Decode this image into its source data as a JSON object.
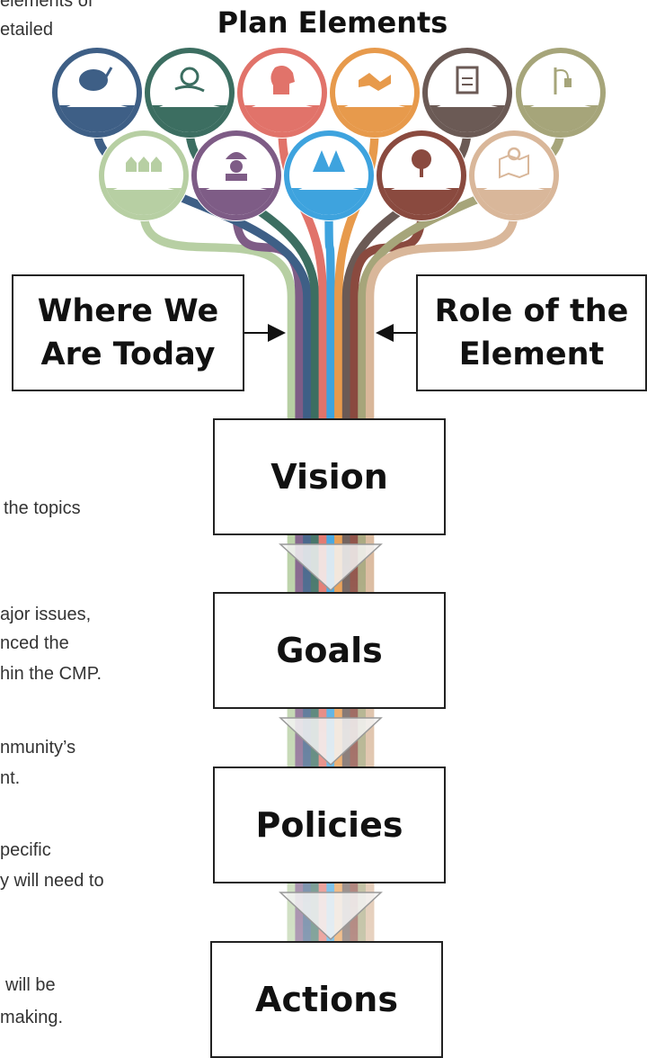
{
  "title": "Plan Elements",
  "left_text": [
    "elements of",
    "etailed",
    "the topics",
    "ajor issues,",
    "nced the",
    "hin the CMP.",
    "nmunity’s",
    "nt.",
    "pecific",
    "y will need to",
    "will be",
    "making."
  ],
  "boxes": {
    "where": "Where We Are Today",
    "role": "Role of the Element",
    "vision": "Vision",
    "goals": "Goals",
    "policies": "Policies",
    "actions": "Actions"
  },
  "elements": [
    {
      "icon": "paint-palette-icon",
      "color": "#3e5f86"
    },
    {
      "icon": "money-hand-icon",
      "color": "#3c6e61"
    },
    {
      "icon": "brain-head-icon",
      "color": "#e1736a"
    },
    {
      "icon": "handshake-icon",
      "color": "#e79a4c"
    },
    {
      "icon": "clipboard-icon",
      "color": "#6b5a55"
    },
    {
      "icon": "street-lamp-icon",
      "color": "#a6a57a"
    },
    {
      "icon": "houses-icon",
      "color": "#b7cfa3"
    },
    {
      "icon": "worker-icon",
      "color": "#7e5c86"
    },
    {
      "icon": "trees-icon",
      "color": "#3ea3de"
    },
    {
      "icon": "tree-icon",
      "color": "#8a4a3f"
    },
    {
      "icon": "map-pin-icon",
      "color": "#d9b79a"
    }
  ]
}
